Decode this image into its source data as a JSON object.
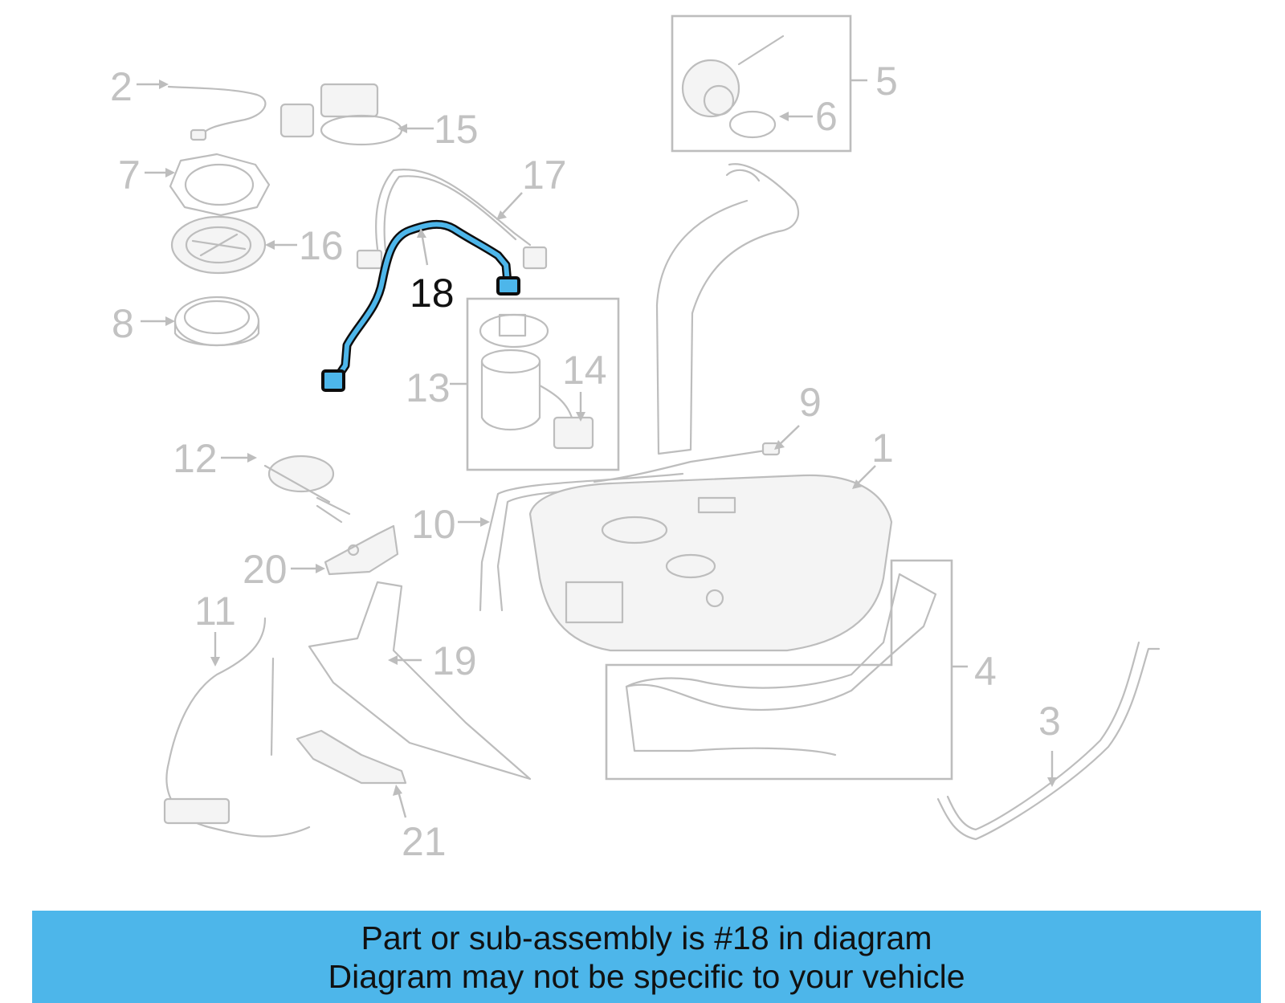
{
  "diagram": {
    "highlighted_part": "18",
    "callouts": [
      "1",
      "2",
      "3",
      "4",
      "5",
      "6",
      "7",
      "8",
      "9",
      "10",
      "11",
      "12",
      "13",
      "14",
      "15",
      "16",
      "17",
      "18",
      "19",
      "20",
      "21"
    ]
  },
  "banner": {
    "line1": "Part or sub-assembly is #18 in diagram",
    "line2": "Diagram may not be specific to your vehicle"
  },
  "colors": {
    "banner_bg": "#4db6ea",
    "highlight_part": "#4db6ea",
    "ghost_line": "#bdbdbd",
    "label_gray": "#c2c2c2",
    "label_dark": "#111111"
  }
}
